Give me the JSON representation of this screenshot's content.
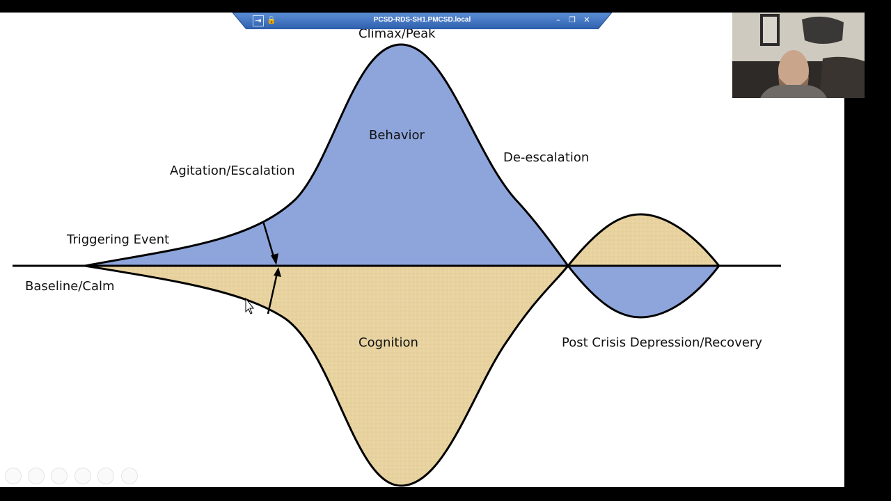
{
  "remote_session": {
    "title": "PCSD-RDS-SH1.PMCSD.local",
    "buttons": {
      "pin": "pin-icon",
      "lock": "lock-icon",
      "minimize": "minimize-icon",
      "restore": "restore-icon",
      "close": "close-icon"
    }
  },
  "slide": {
    "labels": {
      "climax": "Climax/Peak",
      "behavior": "Behavior",
      "de_escalation": "De-escalation",
      "agitation": "Agitation/Escalation",
      "triggering": "Triggering Event",
      "baseline": "Baseline/Calm",
      "cognition": "Cognition",
      "post_crisis": "Post Crisis Depression/Recovery"
    },
    "colors": {
      "behavior_fill": "#8ea5dc",
      "cognition_fill": "#e8d3a0",
      "outline": "#000000"
    }
  },
  "slideshow_nav": [
    "previous-icon",
    "next-icon",
    "pen-icon",
    "slides-icon",
    "zoom-icon",
    "more-icon"
  ],
  "webcam": {
    "subject": "presenter-video"
  }
}
